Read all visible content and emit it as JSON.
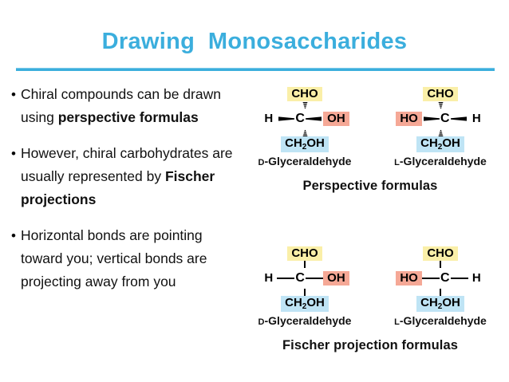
{
  "slide": {
    "title": "Drawing  Monosaccharides",
    "accent_color": "#3BAEDD",
    "background": "#FFFFFF"
  },
  "bullets": [
    {
      "marker": "•",
      "segments": [
        {
          "text": "Chiral compounds can be drawn using ",
          "bold": false
        },
        {
          "text": "perspective formulas",
          "bold": true
        }
      ],
      "plain_text": "Chiral compounds can be drawn using perspective formulas"
    },
    {
      "marker": "•",
      "segments": [
        {
          "text": "However, chiral carbohydrates are usually represented by ",
          "bold": false
        },
        {
          "text": "Fischer projections",
          "bold": true
        }
      ],
      "plain_text": "However, chiral carbohydrates are usually represented by Fischer projections"
    },
    {
      "marker": "•",
      "segments": [
        {
          "text": "Horizontal bonds are pointing toward you; vertical bonds are projecting away from you",
          "bold": false
        }
      ],
      "plain_text": "Horizontal bonds are pointing toward you; vertical bonds are projecting away from you"
    }
  ],
  "highlight_colors": {
    "aldehyde_yellow": "#FAEFA8",
    "hydroxyl_salmon": "#F5A896",
    "hydroxymethyl_blue": "#BFE4F5"
  },
  "figures": [
    {
      "id": "perspective",
      "caption": "Perspective formulas",
      "bond_style": "wedge-hash",
      "molecules": [
        {
          "id": "d-glyceraldehyde-perspective",
          "name_prefix": "D",
          "name_body": "-Glyceraldehyde",
          "top_group": "CHO",
          "left_group": "H",
          "center_atom": "C",
          "right_group": "OH",
          "bottom_group": "CH2OH",
          "bottom_group_display": "CH₂OH",
          "left_highlight": "none",
          "right_highlight": "salmon",
          "top_highlight": "yellow",
          "bottom_highlight": "blue"
        },
        {
          "id": "l-glyceraldehyde-perspective",
          "name_prefix": "L",
          "name_body": "-Glyceraldehyde",
          "top_group": "CHO",
          "left_group": "HO",
          "center_atom": "C",
          "right_group": "H",
          "bottom_group": "CH2OH",
          "bottom_group_display": "CH₂OH",
          "left_highlight": "salmon",
          "right_highlight": "none",
          "top_highlight": "yellow",
          "bottom_highlight": "blue"
        }
      ]
    },
    {
      "id": "fischer",
      "caption": "Fischer projection formulas",
      "bond_style": "plain-line",
      "molecules": [
        {
          "id": "d-glyceraldehyde-fischer",
          "name_prefix": "D",
          "name_body": "-Glyceraldehyde",
          "top_group": "CHO",
          "left_group": "H",
          "center_atom": "C",
          "right_group": "OH",
          "bottom_group": "CH2OH",
          "bottom_group_display": "CH₂OH",
          "left_highlight": "none",
          "right_highlight": "salmon",
          "top_highlight": "yellow",
          "bottom_highlight": "blue"
        },
        {
          "id": "l-glyceraldehyde-fischer",
          "name_prefix": "L",
          "name_body": "-Glyceraldehyde",
          "top_group": "CHO",
          "left_group": "HO",
          "center_atom": "C",
          "right_group": "H",
          "bottom_group": "CH2OH",
          "bottom_group_display": "CH₂OH",
          "left_highlight": "salmon",
          "right_highlight": "none",
          "top_highlight": "yellow",
          "bottom_highlight": "blue"
        }
      ]
    }
  ]
}
